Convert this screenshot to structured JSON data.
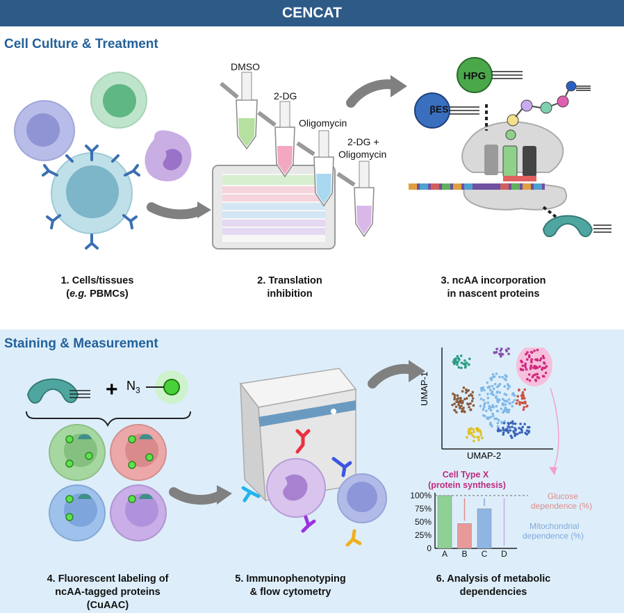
{
  "header": {
    "title": "CENCAT"
  },
  "sections": {
    "top": "Cell Culture & Treatment",
    "bottom": "Staining & Measurement"
  },
  "treatments": [
    "DMSO",
    "2-DG",
    "Oligomycin",
    "2-DG +",
    "Oligomycin"
  ],
  "probes": {
    "hpg": "HPG",
    "bes": "βES",
    "azide": "N",
    "azide_sub": "3",
    "plus": "+"
  },
  "steps": {
    "s1_line1": "1. Cells/tissues",
    "s1_line2_italic": "e.g.",
    "s1_line2_rest": " PBMCs)",
    "s2_line1": "2. Translation",
    "s2_line2": "inhibition",
    "s3_line1": "3. ncAA incorporation",
    "s3_line2": "in nascent proteins",
    "s4_line1": "4. Fluorescent labeling of",
    "s4_line2": "ncAA-tagged proteins",
    "s4_line3": "(CuAAC)",
    "s5_line1": "5. Immunophenotyping",
    "s5_line2": "& flow cytometry",
    "s6_line1": "6. Analysis of metabolic",
    "s6_line2": "dependencies"
  },
  "umap": {
    "xlabel": "UMAP-2",
    "ylabel": "UMAP-1"
  },
  "bar_chart": {
    "title_line1": "Cell Type X",
    "title_line2": "(protein synthesis)",
    "ytick_labels": [
      "100%",
      "75%",
      "50%",
      "25%",
      "0"
    ],
    "glucose_label_1": "Glucose",
    "glucose_label_2": "dependence (%)",
    "mito_label_1": "Mitochondrial",
    "mito_label_2": "dependence (%)"
  },
  "chart_data": {
    "type": "bar",
    "categories": [
      "A",
      "B",
      "C",
      "D"
    ],
    "values": [
      100,
      47,
      75,
      0
    ],
    "ylim": [
      0,
      100
    ],
    "yticks": [
      0,
      25,
      50,
      75,
      100
    ],
    "colors": [
      "#8fd095",
      "#e89a9a",
      "#8fb5e3",
      "#ffffff"
    ],
    "reference_line": 100
  },
  "colors": {
    "header": "#2e5a87",
    "section_title": "#23619a",
    "bottom_background": "#ddeefa",
    "chart_title": "#c0287e",
    "glucose": "#e08a8a",
    "mito": "#7fa8d8"
  }
}
